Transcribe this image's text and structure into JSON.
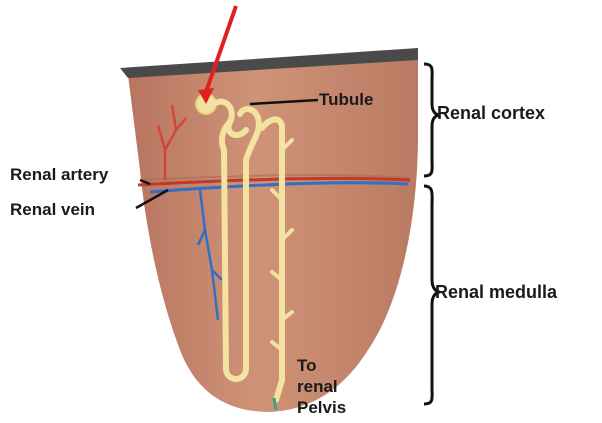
{
  "labels": {
    "tubule": "Tubule",
    "renal_cortex": "Renal cortex",
    "renal_artery": "Renal artery",
    "renal_vein": "Renal vein",
    "renal_medulla": "Renal medulla",
    "to_renal_pelvis": [
      "To",
      "renal",
      "Pelvis"
    ]
  },
  "colors": {
    "tissue": "#c98a6e",
    "cortex_cap": "#5b5b5b",
    "artery": "#c0392b",
    "vein": "#2f6fc4",
    "tubule": "#f3e2a0",
    "pointer_arrow": "#e02020"
  }
}
